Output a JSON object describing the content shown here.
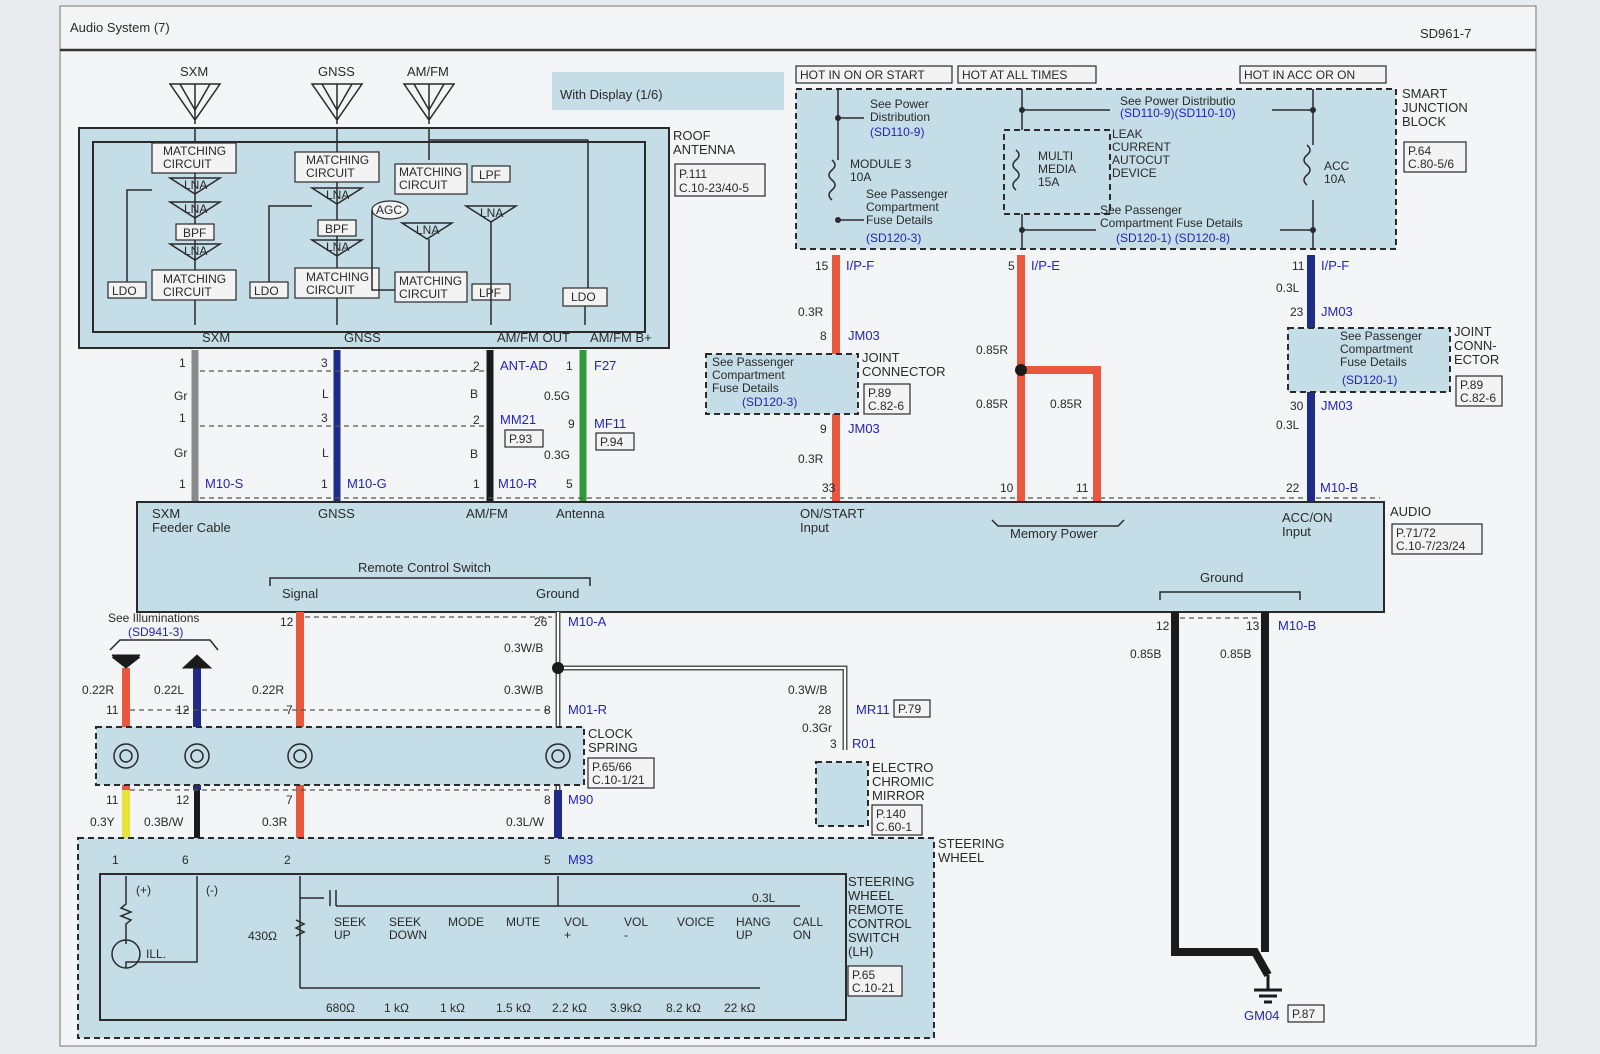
{
  "header": {
    "title": "Audio System (7)",
    "page_code": "SD961-7"
  },
  "tag": "With Display (1/6)",
  "antennas": [
    "SXM",
    "GNSS",
    "AM/FM"
  ],
  "roof_antenna": {
    "name": "ROOF\nANTENNA",
    "ref1": "P.111",
    "ref2": "C.10-23/40-5",
    "blocks": {
      "matching": "MATCHING\nCIRCUIT",
      "lna": "LNA",
      "bpf": "BPF",
      "lpf": "LPF",
      "ldo": "LDO",
      "agc": "AGC"
    },
    "outputs": [
      "SXM",
      "GNSS",
      "AM/FM OUT",
      "AM/FM B+"
    ]
  },
  "hot_labels": [
    "HOT IN ON OR START",
    "HOT AT ALL TIMES",
    "HOT IN ACC OR ON"
  ],
  "sjb": {
    "name": "SMART\nJUNCTION\nBLOCK",
    "ref1": "P.64",
    "ref2": "C.80-5/6",
    "see_power1": "See Power\nDistribution",
    "see_power1_ref": "(SD110-9)",
    "see_power2": "See Power Distributio",
    "see_power2_ref": "(SD110-9)(SD110-10)",
    "module3": "MODULE 3\n10A",
    "multimedia": "MULTI\nMEDIA\n15A",
    "acc": "ACC\n10A",
    "leak": "LEAK\nCURRENT\nAUTOCUT\nDEVICE",
    "see_pass1": "See Passenger\nCompartment\nFuse Details",
    "see_pass1_ref": "(SD120-3)",
    "see_pass2": "See Passenger\nCompartment Fuse Details",
    "see_pass2_ref": "(SD120-1) (SD120-8)"
  },
  "wires_top": {
    "ip_f_15": "15",
    "ip_f": "I/P-F",
    "ip_e_5": "5",
    "ip_e": "I/P-E",
    "ip_f_11": "11",
    "ip_f2": "I/P-F",
    "w1": "0.3R",
    "w2": "0.85R",
    "w3": "0.85R",
    "w4": "0.85R",
    "w5": "0.3L",
    "w6": "0.3L",
    "w7": "0.3R",
    "jm03_8": "8",
    "jm03": "JM03",
    "jm03_9": "9",
    "jm03b": "JM03",
    "jm03_23": "23",
    "jm03_c": "JM03",
    "jm03_30": "30",
    "jm03_d": "JM03"
  },
  "joint_connector": {
    "name": "JOINT\nCONNECTOR",
    "ref1": "P.89",
    "ref2": "C.82-6",
    "see": "See Passenger\nCompartment\nFuse Details",
    "see_ref": "(SD120-3)"
  },
  "joint_connector2": {
    "name": "JOINT\nCONN-\nECTOR",
    "ref1": "P.89",
    "ref2": "C.82-6",
    "see": "See Passenger\nCompartment\nFuse Details",
    "see_ref": "(SD120-1)"
  },
  "antenna_wires": {
    "p1": "1",
    "p3": "3",
    "p2": "2",
    "p1b": "1",
    "gr": "Gr",
    "l": "L",
    "b": "B",
    "g05": "0.5G",
    "g03": "0.3G",
    "ant_ad": "ANT-AD",
    "f27": "F27",
    "mm21": "MM21",
    "mm21_ref": "P.93",
    "mf11": "MF11",
    "mf11_ref": "P.94",
    "p9": "9",
    "p5": "5",
    "m10s": "M10-S",
    "m10g": "M10-G",
    "m10r": "M10-R"
  },
  "audio": {
    "name": "AUDIO",
    "ref1": "P.71/72",
    "ref2": "C.10-7/23/24",
    "inputs": [
      "SXM\nFeeder Cable",
      "GNSS",
      "AM/FM",
      "Antenna",
      "ON/START\nInput",
      "Memory Power",
      "ACC/ON\nInput"
    ],
    "remote": "Remote Control Switch",
    "signal": "Signal",
    "ground": "Ground",
    "ground2": "Ground",
    "pins": {
      "p33": "33",
      "p10": "10",
      "p11": "11",
      "p22": "22",
      "m10b": "M10-B",
      "p12": "12",
      "p26": "26",
      "m10a": "M10-A",
      "p12b": "12",
      "p13": "13",
      "m10b2": "M10-B"
    }
  },
  "lower": {
    "see_illum": "See Illuminations",
    "see_illum_ref": "(SD941-3)",
    "w022r": "0.22R",
    "w022l": "0.22L",
    "w022r2": "0.22R",
    "w03wb": "0.3W/B",
    "w03wb2": "0.3W/B",
    "w03wb3": "0.3W/B",
    "w03gr": "0.3Gr",
    "w03y": "0.3Y",
    "w03bw": "0.3B/W",
    "w03r": "0.3R",
    "w03lw": "0.3L/W",
    "w085b": "0.85B",
    "w085b2": "0.85B",
    "w03l": "0.3L",
    "m01r": "M01-R",
    "mr11": "MR11",
    "mr11_ref": "P.79",
    "r01": "R01",
    "m90": "M90",
    "m93": "M93",
    "gm04": "GM04",
    "gm04_ref": "P.87",
    "pins": {
      "p11": "11",
      "p12": "12",
      "p7": "7",
      "p8": "8",
      "p28": "28",
      "p3": "3",
      "p11b": "11",
      "p12b": "12",
      "p7b": "7",
      "p8b": "8",
      "p1": "1",
      "p6": "6",
      "p2": "2",
      "p5": "5"
    }
  },
  "clock_spring": {
    "name": "CLOCK\nSPRING",
    "ref1": "P.65/66",
    "ref2": "C.10-1/21"
  },
  "mirror": {
    "name": "ELECTRO\nCHROMIC\nMIRROR",
    "ref1": "P.140",
    "ref2": "C.60-1"
  },
  "steering": {
    "name": "STEERING\nWHEEL",
    "switch": "STEERING\nWHEEL\nREMOTE\nCONTROL\nSWITCH\n(LH)",
    "ref1": "P.65",
    "ref2": "C.10-21",
    "plus": "(+)",
    "minus": "(-)",
    "ill": "ILL.",
    "r430": "430Ω",
    "buttons": [
      "SEEK\nUP",
      "SEEK\nDOWN",
      "MODE",
      "MUTE",
      "VOL\n+",
      "VOL\n-",
      "VOICE",
      "HANG\nUP",
      "CALL\nON"
    ],
    "resistors": [
      "680Ω",
      "1 kΩ",
      "1 kΩ",
      "1.5 kΩ",
      "2.2 kΩ",
      "3.9kΩ",
      "8.2 kΩ",
      "22 kΩ"
    ]
  },
  "colors": {
    "red": "#e9573f",
    "blue": "#1f2b86",
    "gray": "#8a8a8a",
    "black": "#1b1b1b",
    "green": "#2e9a3a",
    "yellow": "#e8e23a",
    "panel": "#c4dde6"
  }
}
